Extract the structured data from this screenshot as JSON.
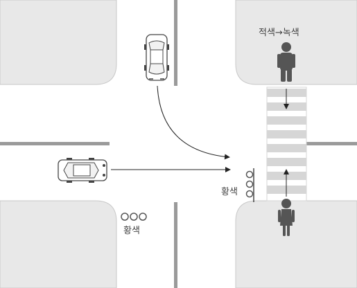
{
  "labels": {
    "crosswalk_signal": "적색→녹색",
    "pedestrian_signal_side": "황색",
    "vehicle_signal": "황색"
  },
  "colors": {
    "block": "#e8e8e8",
    "block_edge": "#c8c8c8",
    "road": "#ffffff",
    "center_line": "#9a9a9a",
    "crosswalk_stripe": "#d6d6d6",
    "person": "#555555",
    "arrow": "#222222",
    "car_body": "#ffffff",
    "car_outline": "#444444",
    "signal_lamp": "#ffffff"
  },
  "icons": {
    "car_top": "car-top-view-icon",
    "car_side": "car-side-view-icon",
    "man": "pedestrian-man-icon",
    "woman": "pedestrian-woman-icon",
    "signal": "traffic-light-icon"
  }
}
